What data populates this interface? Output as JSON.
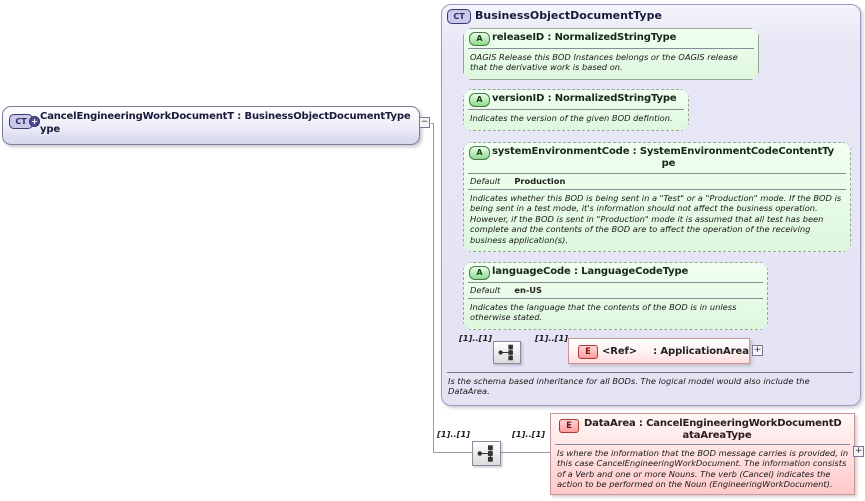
{
  "icons": {
    "complex_type": "CT",
    "attribute": "A",
    "element": "E"
  },
  "root": {
    "icon_badge": "+",
    "collapse_handle": "−",
    "label_line1": "CancelEngineeringWorkDocumentT : BusinessObjectDocumentType",
    "label_line2": "ype"
  },
  "base_panel": {
    "title": "BusinessObjectDocumentType",
    "attributes": [
      {
        "title": "releaseID : NormalizedStringType",
        "doc": "OAGIS Release this BOD Instances belongs or the OAGIS release that the derivative work is based on."
      },
      {
        "title": "versionID : NormalizedStringType",
        "doc": "Indicates the version of the given BOD defintion."
      },
      {
        "title_line1": "systemEnvironmentCode : SystemEnvironmentCodeContentTy",
        "title_line2": "pe",
        "default_label": "Default",
        "default_value": "Production",
        "doc": "Indicates whether this BOD is being sent in a \"Test\" or a \"Production\" mode. If the BOD is being sent in a test mode, it's information should not affect the business operation. However, if the BOD is sent in \"Production\" mode it is assumed that all test has been complete and the contents of the BOD are to affect the operation of the receiving business application(s)."
      },
      {
        "title": "languageCode : LanguageCodeType",
        "default_label": "Default",
        "default_value": "en-US",
        "doc": "Indicates the language that the contents of the BOD is in unless otherwise stated."
      }
    ],
    "content_row": {
      "cardinality_left": "[1]..[1]",
      "cardinality_right": "[1]..[1]",
      "element": {
        "name": "<Ref>",
        "type": ": ApplicationArea",
        "expand_handle": "+"
      }
    },
    "footer_doc": "Is the schema based inheritance for all BODs. The logical model would also include the DataArea."
  },
  "data_area_row": {
    "cardinality_left": "[1]..[1]",
    "cardinality_right": "[1]..[1]",
    "element": {
      "title_line1": "DataArea : CancelEngineeringWorkDocumentD",
      "title_line2": "ataAreaType",
      "doc": "Is where the information that the BOD message carries is provided, in this case CancelEngineeringWorkDocument. The information consists of a Verb and one or more Nouns. The verb (Cancel) indicates the action to be performed on the Noun (EngineeringWorkDocument).",
      "expand_handle": "+"
    }
  },
  "colors": {
    "complex_border": "#9a9ac4",
    "attribute_fill": "#ddf7dd",
    "element_border": "#c89898",
    "connector": "#99999e"
  }
}
